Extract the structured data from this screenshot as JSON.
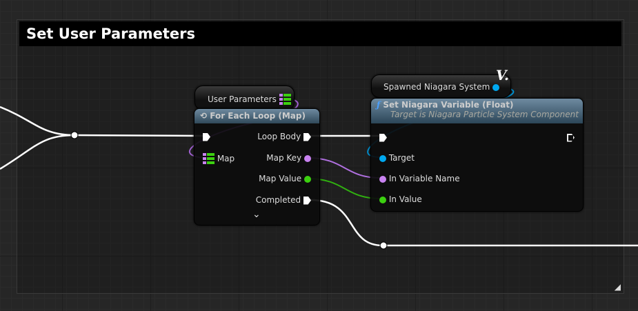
{
  "comment": {
    "title": "Set User Parameters"
  },
  "user_params": {
    "label": "User Parameters"
  },
  "for_each": {
    "title": "For Each Loop (Map)",
    "inputs": {
      "map": "Map"
    },
    "outputs": {
      "loop_body": "Loop Body",
      "map_key": "Map Key",
      "map_value": "Map Value",
      "completed": "Completed"
    },
    "expand": "⌄"
  },
  "spawned": {
    "label": "Spawned Niagara System",
    "badge": "V."
  },
  "set_var": {
    "title": "Set Niagara Variable (Float)",
    "subtitle": "Target is Niagara Particle System Component",
    "icon": "ƒ",
    "inputs": {
      "target": "Target",
      "var_name": "In Variable Name",
      "value": "In Value"
    }
  },
  "colors": {
    "exec": "#ffffff",
    "object": "#00a8f0",
    "name": "#c882f0",
    "float": "#3cd010",
    "header": "#4a6a80"
  }
}
